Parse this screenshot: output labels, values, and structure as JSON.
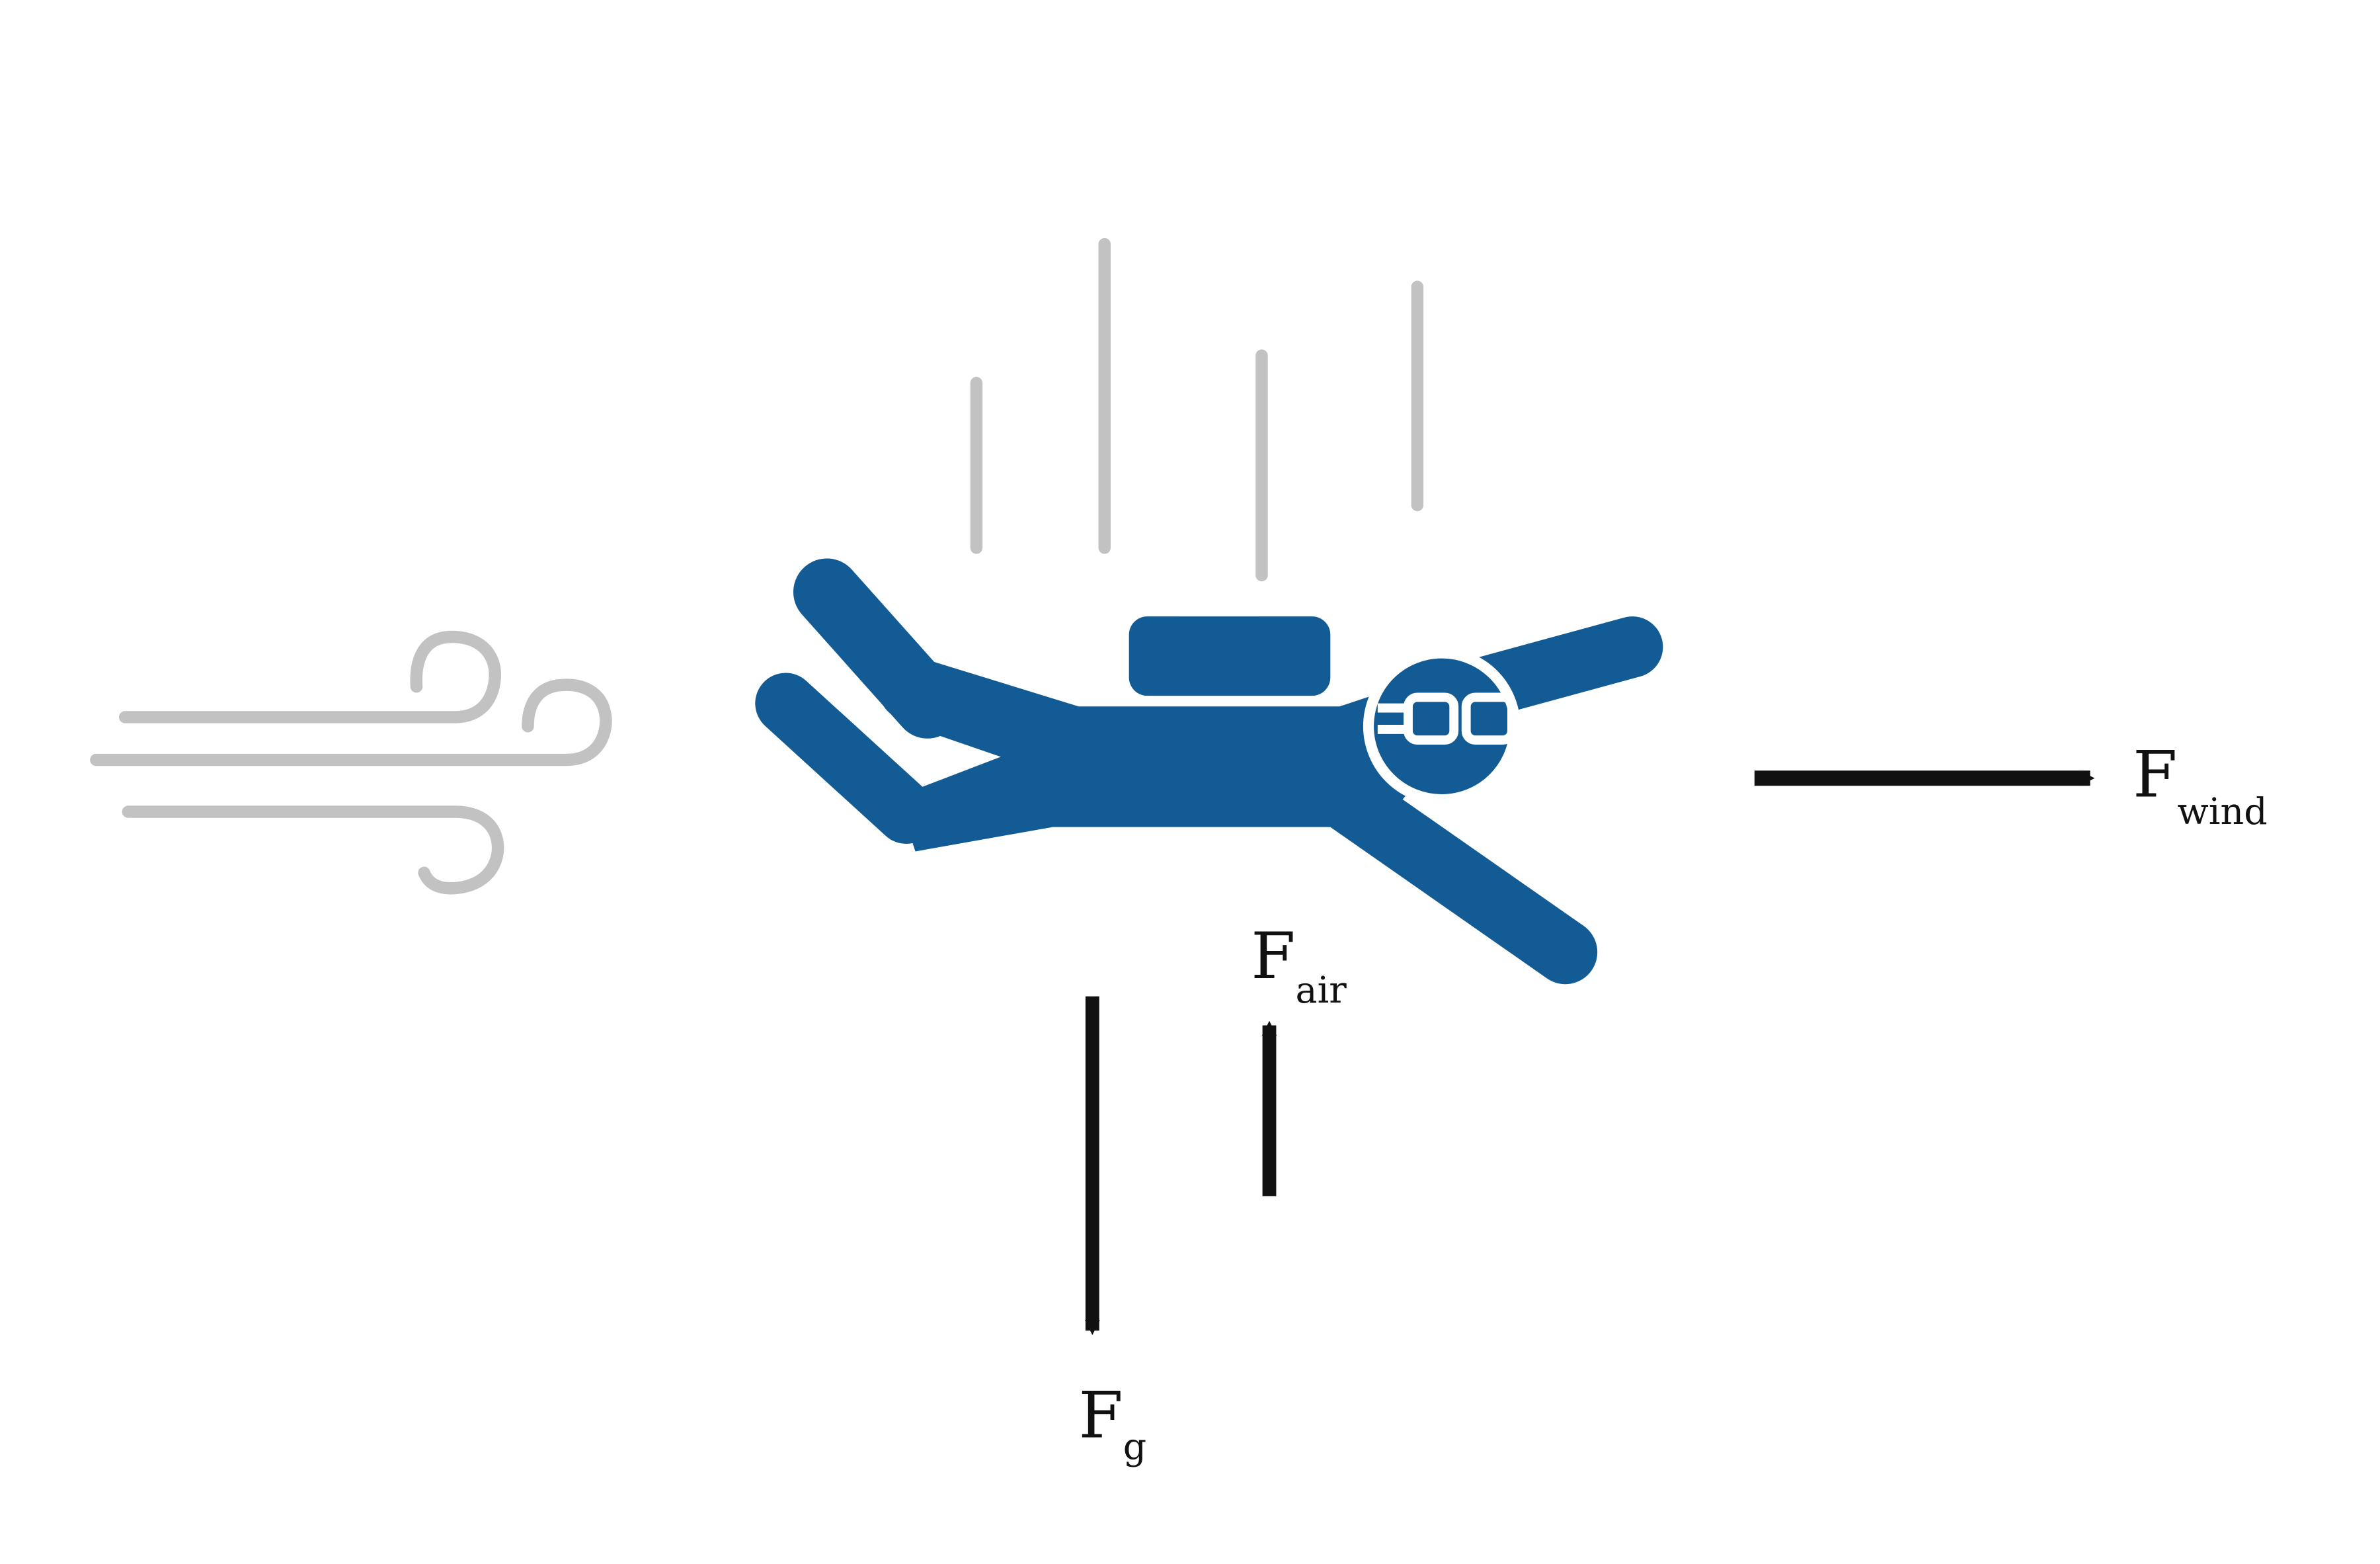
{
  "colors": {
    "background": "#ffffff",
    "skydiver": "#135b94",
    "motion_lines": "#c2c2c2",
    "arrows": "#111111",
    "goggles": "#ffffff"
  },
  "icons": {
    "wind": "wind-gust-icon",
    "skydiver": "skydiver-icon",
    "motion": "falling-motion-lines"
  },
  "forces": {
    "wind": {
      "symbol": "F",
      "subscript": "wind",
      "direction": "right"
    },
    "air": {
      "symbol": "F",
      "subscript": "air",
      "direction": "up"
    },
    "gravity": {
      "symbol": "F",
      "subscript": "g",
      "direction": "down"
    }
  }
}
